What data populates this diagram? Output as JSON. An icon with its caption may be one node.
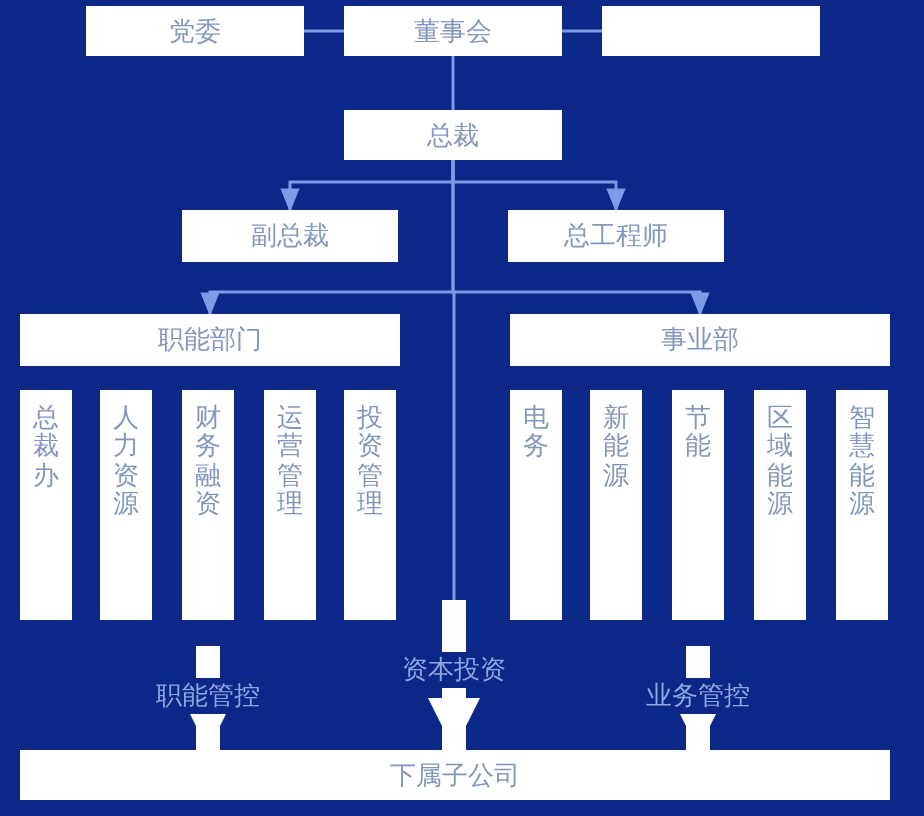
{
  "diagram": {
    "nodes": [
      {
        "text": [
          "党委"
        ]
      },
      {
        "text": [
          "董事会"
        ]
      },
      {
        "text": [],
        "shape": "box"
      },
      {
        "text": [
          "总裁"
        ]
      },
      {
        "text": [
          "副总裁"
        ]
      },
      {
        "text": [
          "总工程师"
        ]
      },
      {
        "text": [
          "职能部门"
        ]
      },
      {
        "text": [
          "事业部"
        ]
      },
      {
        "text": [
          "总裁办"
        ]
      },
      {
        "text": [
          "人力资源"
        ]
      },
      {
        "text": [
          "财务融资"
        ]
      },
      {
        "text": [
          "运营管理"
        ]
      },
      {
        "text": [
          "投资管理"
        ]
      },
      {
        "text": [
          "电务"
        ]
      },
      {
        "text": [
          "新能源"
        ]
      },
      {
        "text": [
          "节能"
        ]
      },
      {
        "text": [
          "区域能源"
        ]
      },
      {
        "text": [
          "智慧能源"
        ]
      },
      {
        "text": [
          "下属子公司"
        ]
      }
    ],
    "edges": [
      {
        "from": 0,
        "to": 1,
        "arrow": "none"
      },
      {
        "from": 1,
        "to": 2,
        "arrow": "none"
      },
      {
        "from": 1,
        "to": 3,
        "arrow": "none"
      },
      {
        "from": 3,
        "to": 4,
        "arrow": "to"
      },
      {
        "from": 3,
        "to": 5,
        "arrow": "to"
      },
      {
        "from": 3,
        "to": 6,
        "arrow": "to"
      },
      {
        "from": 3,
        "to": 7,
        "arrow": "to"
      },
      {
        "from": null,
        "to": 18,
        "arrow": "to",
        "label": "职能管控",
        "style": "thick",
        "color": "#ffffff"
      },
      {
        "from": null,
        "to": 18,
        "arrow": "to",
        "label": "资本投资",
        "style": "thick",
        "color": "#ffffff"
      },
      {
        "from": null,
        "to": 18,
        "arrow": "to",
        "label": "业务管控",
        "style": "thick",
        "color": "#ffffff"
      }
    ]
  }
}
